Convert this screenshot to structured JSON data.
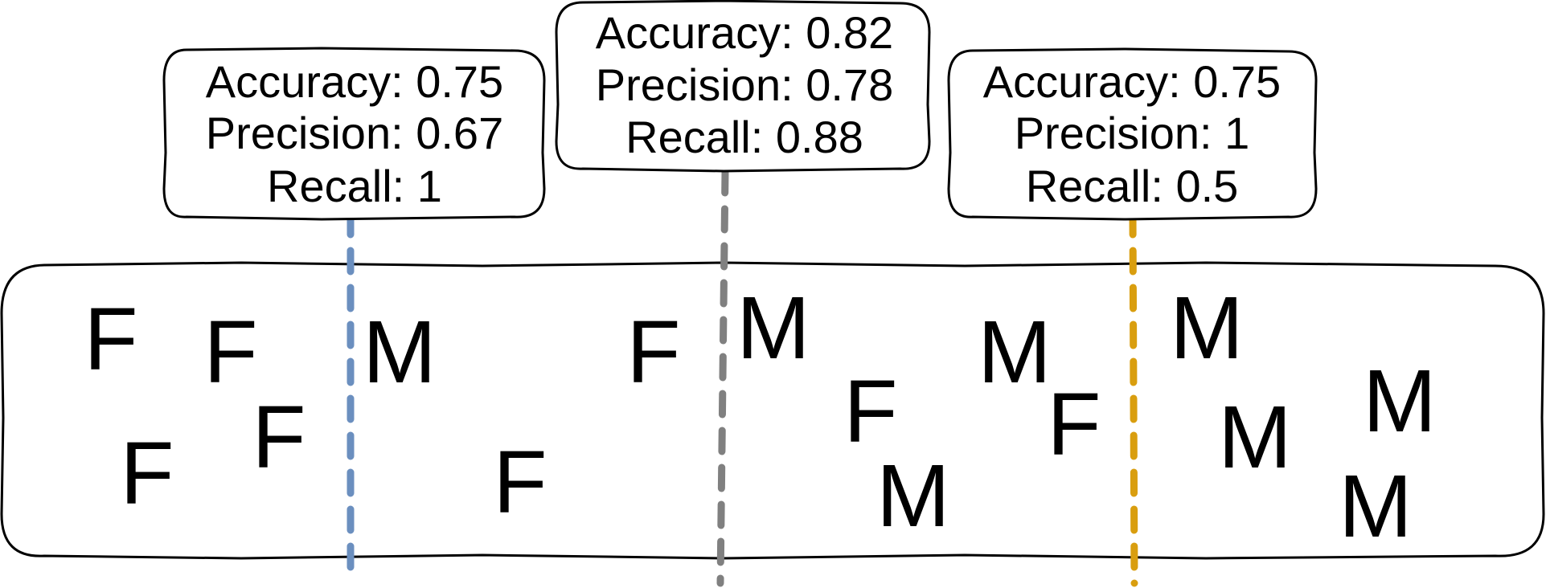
{
  "thresholds": [
    {
      "id": "left",
      "line_color": "#6b8fbf",
      "metrics": [
        {
          "label": "Accuracy",
          "value": "0.75"
        },
        {
          "label": "Precision",
          "value": "0.67"
        },
        {
          "label": "Recall",
          "value": "1"
        }
      ]
    },
    {
      "id": "middle",
      "line_color": "#808080",
      "metrics": [
        {
          "label": "Accuracy",
          "value": "0.82"
        },
        {
          "label": "Precision",
          "value": "0.78"
        },
        {
          "label": "Recall",
          "value": "0.88"
        }
      ]
    },
    {
      "id": "right",
      "line_color": "#d99e0f",
      "metrics": [
        {
          "label": "Accuracy",
          "value": "0.75"
        },
        {
          "label": "Precision",
          "value": "1"
        },
        {
          "label": "Recall",
          "value": "0.5"
        }
      ]
    }
  ],
  "samples": [
    "F",
    "F",
    "F",
    "F",
    "M",
    "F",
    "F",
    "M",
    "F",
    "M",
    "M",
    "F",
    "M",
    "M",
    "M",
    "M"
  ]
}
